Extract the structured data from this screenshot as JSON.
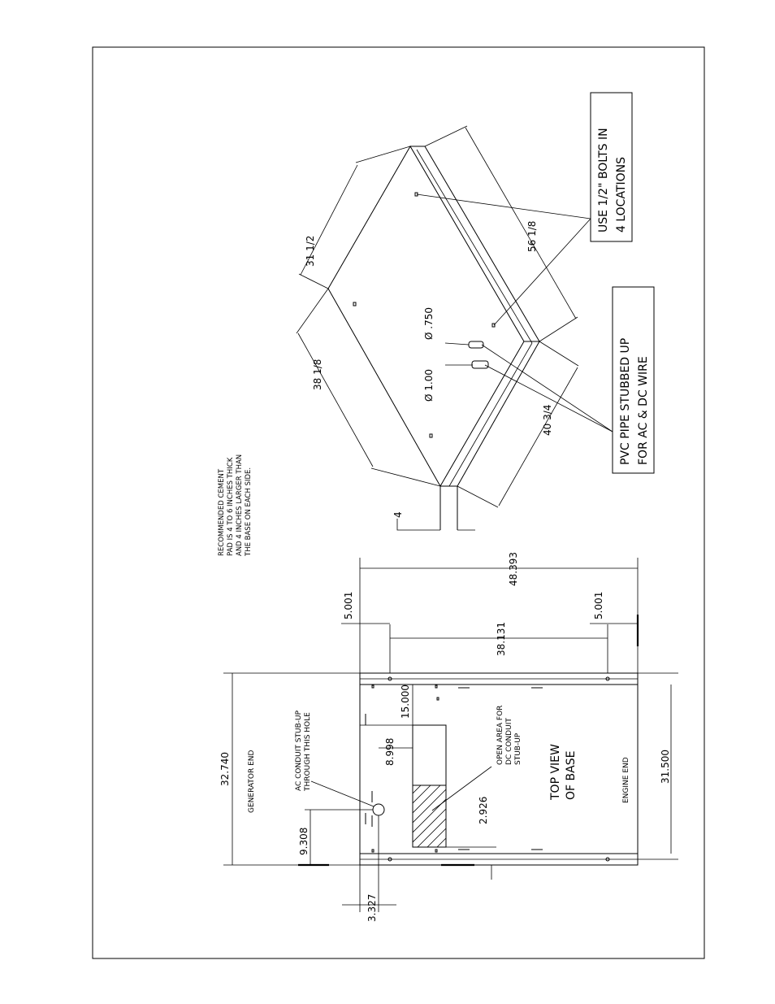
{
  "notes": {
    "cement_pad": [
      "RECOMMENDED CEMENT",
      "PAD IS 4 TO 6 INCHES THICK",
      "AND 4 INCHES LARGER THAN",
      "THE BASE ON EACH SIDE."
    ],
    "bolts": [
      "USE 1/2\" BOLTS IN",
      "4 LOCATIONS"
    ],
    "pvc": [
      "PVC PIPE  STUBBED UP",
      "FOR AC & DC WIRE"
    ],
    "ac_conduit": [
      "AC CONDUIT STUB-UP",
      "THROUGH THIS HOLE"
    ],
    "dc_conduit": [
      "OPEN AREA FOR",
      "DC CONDUIT",
      "STUB-UP"
    ],
    "top_view": [
      "TOP VIEW",
      "OF BASE"
    ],
    "generator_end": "GENERATOR END",
    "engine_end": "ENGINE END"
  },
  "iso_dims": {
    "d1": "31 1/2",
    "d2": "56 1/8",
    "d3": "38 1/8",
    "d4": "40 3/4",
    "d5": "4",
    "pipe1": "Ø .750",
    "pipe2": "Ø 1.00"
  },
  "top_dims": {
    "overall": "48.393",
    "left_offset": "5.001",
    "right_offset": "5.001",
    "bolt_spacing": "38.131",
    "gen_width": "32.740",
    "eng_width": "31.500",
    "opening_len": "15.000",
    "opening_pos": "8.998",
    "opening_w": "2.926",
    "hole_pos": "9.308",
    "hole_offset": "3.327"
  }
}
